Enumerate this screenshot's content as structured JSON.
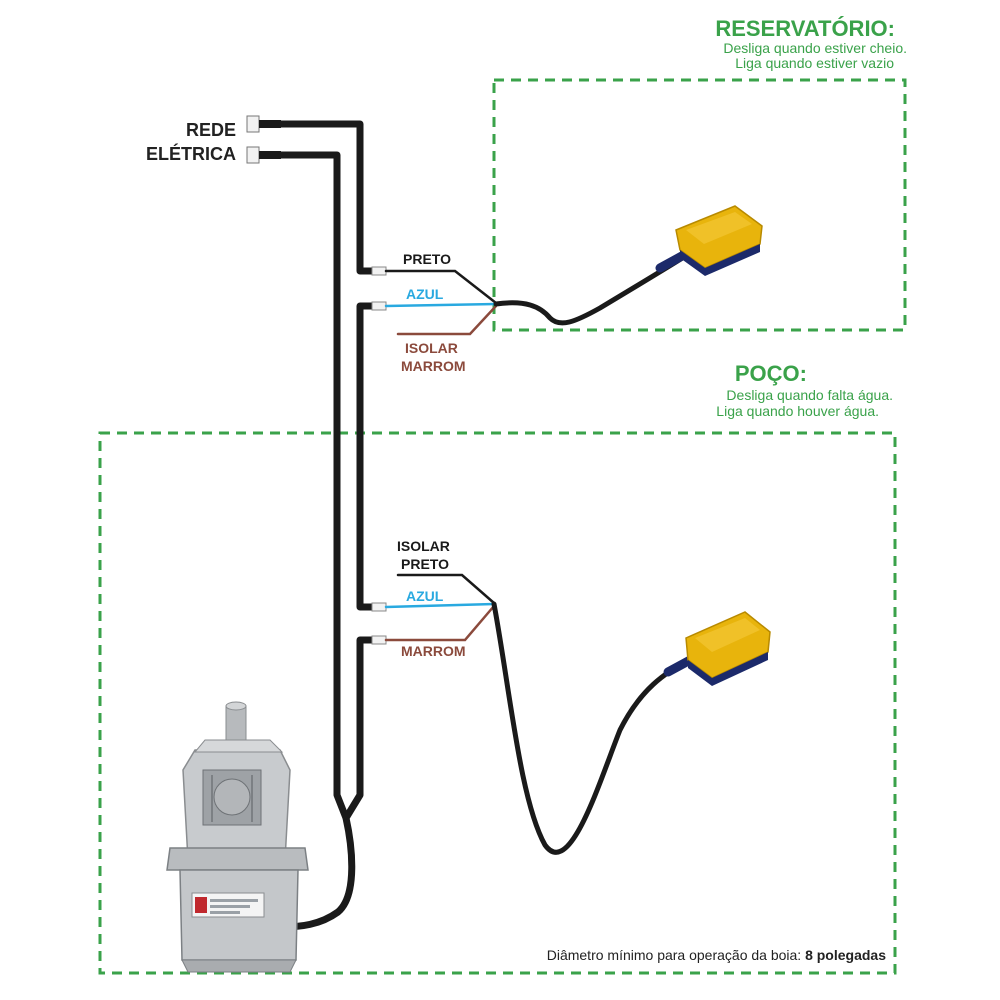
{
  "reservatorio": {
    "title": "RESERVATÓRIO:",
    "line1": "Desliga quando estiver cheio.",
    "line2": "Liga quando estiver vazio"
  },
  "poco": {
    "title": "POÇO:",
    "line1": "Desliga quando falta água.",
    "line2": "Liga quando houver água."
  },
  "rede": {
    "line1": "REDE",
    "line2": "ELÉTRICA"
  },
  "top_wires": {
    "preto": "PRETO",
    "azul": "AZUL",
    "isolar": "ISOLAR",
    "marrom": "MARROM"
  },
  "bottom_wires": {
    "isolar": "ISOLAR",
    "preto": "PRETO",
    "azul": "AZUL",
    "marrom": "MARROM"
  },
  "footer": {
    "text": "Diâmetro mínimo para operação da boia: ",
    "bold": "8 polegadas"
  },
  "colors": {
    "green": "#3aa24a",
    "black_wire": "#1a1a1a",
    "blue_wire": "#29a9e0",
    "brown_wire": "#8b4a3c",
    "float_yellow": "#e8b40c",
    "float_navy": "#1c2a6a"
  }
}
